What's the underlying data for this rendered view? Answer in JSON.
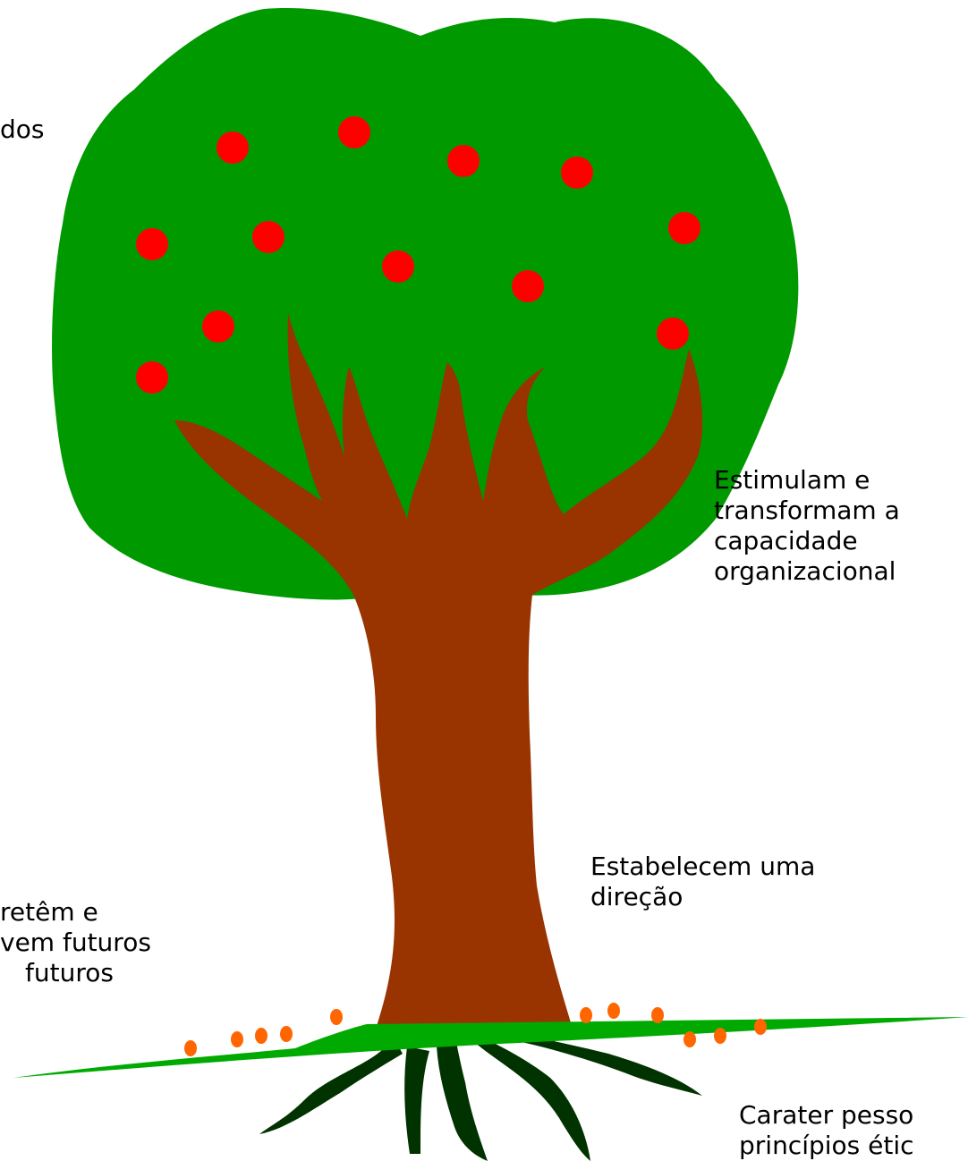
{
  "labels": {
    "top_left": [
      "dos"
    ],
    "right_upper": [
      "Estimulam e",
      "transformam a",
      "capacidade",
      "organizacional"
    ],
    "right_middle": [
      "Estabelecem uma",
      "direção"
    ],
    "left_lower": [
      "retêm e",
      "vem futuros",
      "futuros"
    ],
    "bottom_right": [
      "Carater pesso",
      "princípios étic"
    ]
  },
  "colors": {
    "canopy": "#009900",
    "trunk": "#993300",
    "fruit": "#ff0000",
    "ground": "#00aa00",
    "roots": "#003300",
    "buds": "#ff6600"
  }
}
